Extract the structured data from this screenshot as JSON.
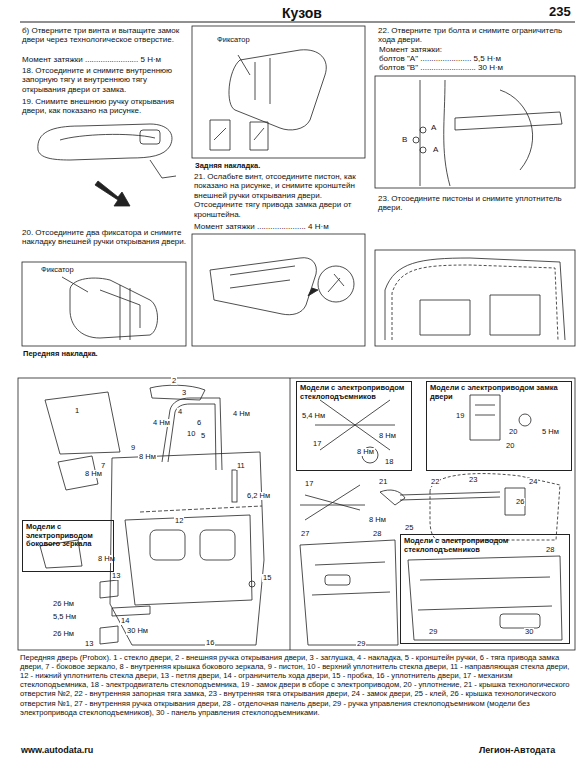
{
  "diagram": {
    "title": "Кузов",
    "caption": "Передняя дверь (Probox). 1 - стекло двери, 2 - внешняя ручка открывания двери, 3 - заглушка, 4 - накладка, 5 - кронштейн ручки, 6 - тяга привода замка двери, 7 - боковое зеркало, 8 - внутренняя крышка бокового зеркала, 9 - пистон, 10 - верхний уплотнитель стекла двери, 11 - направляющая стекла двери, 12 - нижний уплотнитель стекла двери, 13 - петля двери, 14 - ограничитель хода двери, 15 - пробка, 16 - уплотнитель двери, 17 - механизм стеклоподъемника, 18 - электродвигатель стеклоподъемника, 19 - замок двери в сборе с электроприводом, 20 - уплотнение, 21 - крышка технологического отверстия №2, 22 - внутренняя запорная тяга замка, 23 - внутренняя тяга открывания двери, 24 - замок двери, 25 - клей, 26 - крышка технологического отверстия №1, 27 - внутренняя ручка открывания двери, 28 - отделочная панель двери, 29 - ручка управления стеклоподъемником (модели без электропривода стеклоподъемников), 30 - панель управления стеклоподъемниками.",
    "nodes": [
      {
        "text": [
          "Модели с электроприводом стеклоподъемников"
        ]
      },
      {
        "text": [
          "Модели с электроприводом замка двери"
        ]
      },
      {
        "text": [
          "Модели с электроприводом бокового зеркала"
        ]
      },
      {
        "text": [
          "Модели с электроприводом стеклоподъемников"
        ]
      }
    ],
    "labels": [
      "235",
      "б) Отверните три винта и вытащите замок двери через технологическое отверстие.",
      "Момент затяжки ........................ 5 Н·м",
      "18. Отсоедините и снимите внутреннюю запорную тягу и внутреннюю тягу открывания двери от замка.",
      "19. Снимите внешнюю ручку открывания двери, как показано на рисунке.",
      "20. Отсоедините два фиксатора и снимите накладку внешней ручки открывания двери.",
      "Фиксатор",
      "Передняя накладка.",
      "Фиксатор",
      "Задняя накладка.",
      "21. Ослабьте винт, отсоедините пистон, как показано на рисунке, и снимите кронштейн внешней ручки открывания двери. Отсоедините тягу привода замка двери от кронштейна.",
      "Момент затяжки ...................... 4 Н·м",
      "22. Отверните три болта и снимите ограничитель хода двери.",
      "Момент затяжки:",
      "болтов \"A\" ....................... 5,5 Н·м",
      "болтов \"B\" ......................... 30 Н·м",
      "A",
      "A",
      "B",
      "23. Отсоедините пистоны и снимите уплотнитель двери.",
      "1",
      "2",
      "3",
      "4",
      "4 Нм",
      "4 Нм",
      "5",
      "6",
      "10",
      "9",
      "8 Нм",
      "7",
      "8 Нм",
      "11",
      "6,2 Нм",
      "12",
      "8 Нм",
      "13",
      "15",
      "26 Нм",
      "5,5 Нм",
      "14",
      "30 Нм",
      "26 Нм",
      "13",
      "16",
      "5,4 Нм",
      "8 Нм",
      "17",
      "8 Нм",
      "18",
      "19",
      "20",
      "5 Нм",
      "20",
      "17",
      "21",
      "22",
      "23",
      "24",
      "26",
      "8 Нм",
      "25",
      "27",
      "28",
      "29",
      "28",
      "30",
      "29",
      "www.autodata.ru",
      "Легион-Автодата"
    ]
  }
}
